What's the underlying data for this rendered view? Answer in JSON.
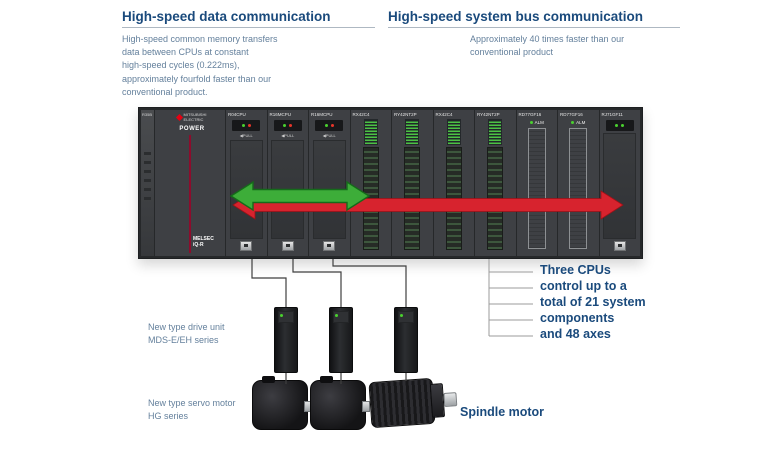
{
  "palette": {
    "heading_blue": "#1a4a7c",
    "body_gray_blue": "#64809c",
    "green_arrow": "#3dad39",
    "red_arrow": "#d7232e",
    "power_red": "#c41140"
  },
  "callout_data_comm": {
    "heading": "High-speed data communication",
    "body_lines": [
      "High-speed common memory transfers",
      "data between CPUs at constant",
      "high-speed cycles (0.222ms),",
      "approximately fourfold faster than our",
      "conventional product."
    ]
  },
  "callout_bus_comm": {
    "heading": "High-speed system bus communication",
    "body_lines": [
      "Approximately 40 times faster than our",
      "conventional product"
    ]
  },
  "cpu_note_lines": [
    "Three CPUs",
    "control up to a",
    "total of 21 system",
    "components",
    "and 48 axes"
  ],
  "labels": {
    "drive_unit_lines": [
      "New type drive unit",
      "MDS-E/EH series"
    ],
    "servo_motor_lines": [
      "New type servo motor",
      "HG series"
    ],
    "spindle_motor": "Spindle motor"
  },
  "rack": {
    "base_label": "R35B",
    "brand_line1": "MITSUBISHI",
    "brand_line2": "ELECTRIC",
    "power_label": "POWER",
    "power_logo": "MELSEC iQ-R",
    "pull_label": "◀PULL",
    "alm_label": "ALM",
    "modules": [
      {
        "label": "R04CPU",
        "type": "cpu"
      },
      {
        "label": "R16MCPU",
        "type": "cpu"
      },
      {
        "label": "R16MCPU",
        "type": "cpu"
      },
      {
        "label": "RX42C4",
        "type": "io"
      },
      {
        "label": "RY42NT2P",
        "type": "io"
      },
      {
        "label": "RX42C4",
        "type": "io"
      },
      {
        "label": "RY42NT2P",
        "type": "io"
      },
      {
        "label": "RD77GF16",
        "type": "sim"
      },
      {
        "label": "RD77GF16",
        "type": "sim"
      },
      {
        "label": "RJ71GF11",
        "type": "net"
      }
    ]
  }
}
